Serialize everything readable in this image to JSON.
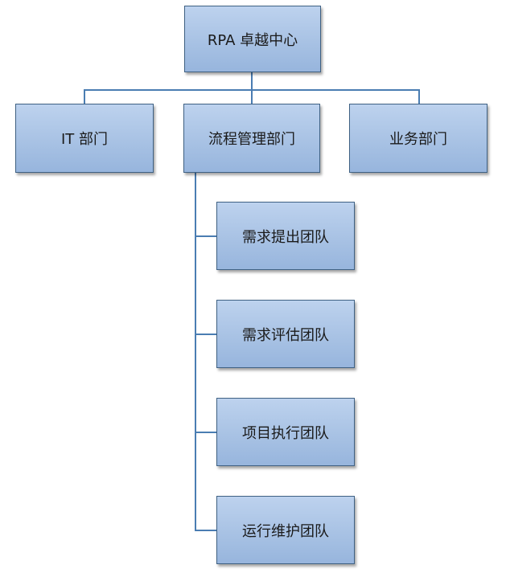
{
  "org_chart": {
    "root": {
      "label": "RPA 卓越中心"
    },
    "departments": [
      {
        "label": "IT 部门"
      },
      {
        "label": "流程管理部门"
      },
      {
        "label": "业务部门"
      }
    ],
    "teams": [
      {
        "label": "需求提出团队"
      },
      {
        "label": "需求评估团队"
      },
      {
        "label": "项目执行团队"
      },
      {
        "label": "运行维护团队"
      }
    ]
  },
  "colors": {
    "box_fill_top": "#bdd2ee",
    "box_fill_bottom": "#97b5dd",
    "box_border": "#3f6183",
    "connector": "#4a7db2"
  }
}
